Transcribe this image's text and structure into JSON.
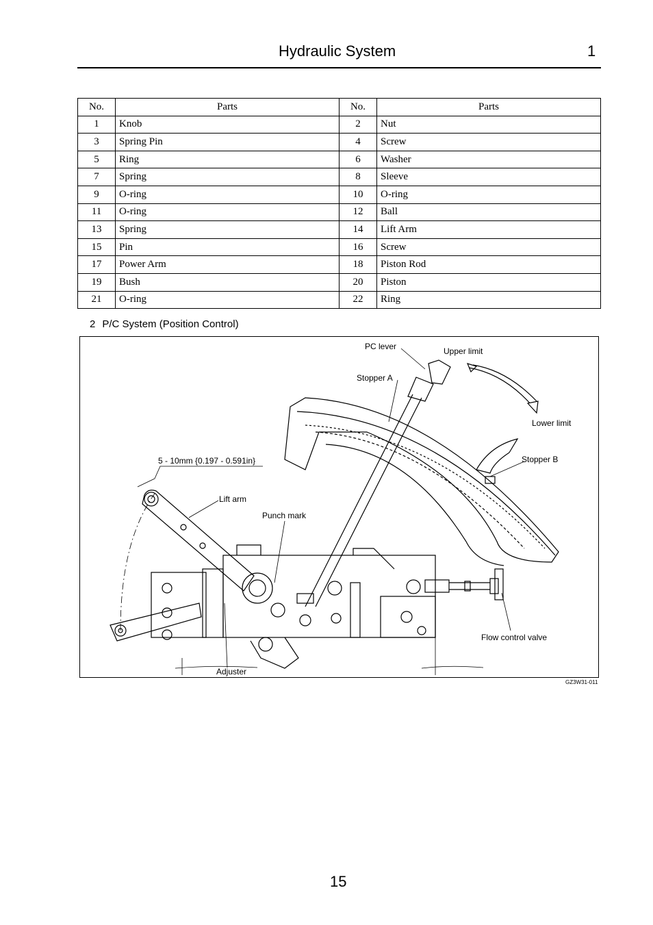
{
  "header": {
    "title": "Hydraulic System",
    "chapter": "1"
  },
  "table": {
    "headers": [
      "No.",
      "Parts",
      "No.",
      "Parts"
    ],
    "rows": [
      [
        "1",
        "Knob",
        "2",
        "Nut"
      ],
      [
        "3",
        "Spring Pin",
        "4",
        "Screw"
      ],
      [
        "5",
        "Ring",
        "6",
        "Washer"
      ],
      [
        "7",
        "Spring",
        "8",
        "Sleeve"
      ],
      [
        "9",
        "O-ring",
        "10",
        "O-ring"
      ],
      [
        "11",
        "O-ring",
        "12",
        "Ball"
      ],
      [
        "13",
        "Spring",
        "14",
        "Lift Arm"
      ],
      [
        "15",
        "Pin",
        "16",
        "Screw"
      ],
      [
        "17",
        "Power Arm",
        "18",
        "Piston Rod"
      ],
      [
        "19",
        "Bush",
        "20",
        "Piston"
      ],
      [
        "21",
        "O-ring",
        "22",
        "Ring"
      ]
    ]
  },
  "section": {
    "number": "2",
    "title": "P/C System (Position Control)"
  },
  "figure": {
    "labels": {
      "pc_lever": "PC lever",
      "upper_limit": "Upper limit",
      "stopper_a": "Stopper A",
      "lower_limit": "Lower limit",
      "stopper_b": "Stopper B",
      "dimension": "5 - 10mm {0.197 - 0.591in}",
      "lift_arm": "Lift arm",
      "punch_mark": "Punch mark",
      "flow_control_valve": "Flow control valve",
      "adjuster": "Adjuster"
    },
    "figure_id": "GZ3W31-011"
  },
  "footer": {
    "page_number": "15"
  }
}
